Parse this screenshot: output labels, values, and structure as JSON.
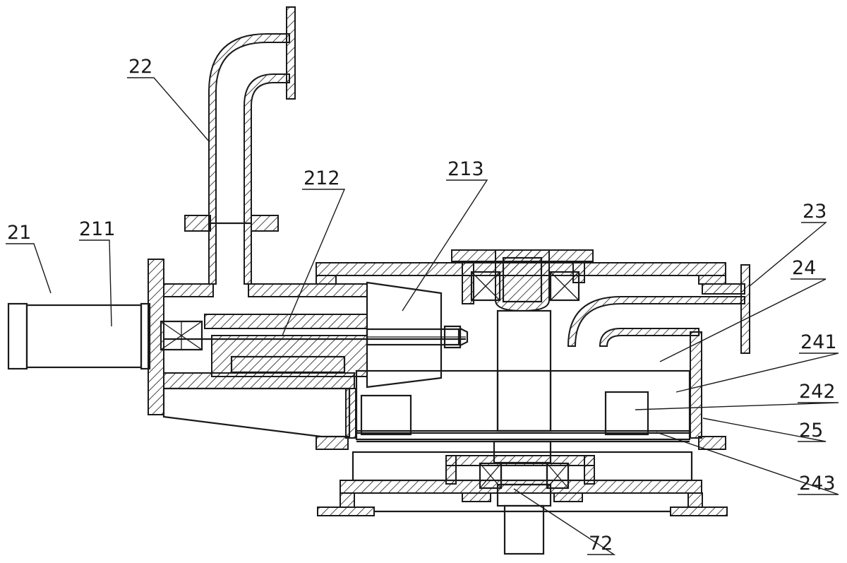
{
  "labels": [
    {
      "id": "lbl-22",
      "text": "22"
    },
    {
      "id": "lbl-212",
      "text": "212"
    },
    {
      "id": "lbl-213",
      "text": "213"
    },
    {
      "id": "lbl-21",
      "text": "21"
    },
    {
      "id": "lbl-211",
      "text": "211"
    },
    {
      "id": "lbl-23",
      "text": "23"
    },
    {
      "id": "lbl-24",
      "text": "24"
    },
    {
      "id": "lbl-241",
      "text": "241"
    },
    {
      "id": "lbl-242",
      "text": "242"
    },
    {
      "id": "lbl-25",
      "text": "25"
    },
    {
      "id": "lbl-243",
      "text": "243"
    },
    {
      "id": "lbl-72",
      "text": "72"
    }
  ]
}
